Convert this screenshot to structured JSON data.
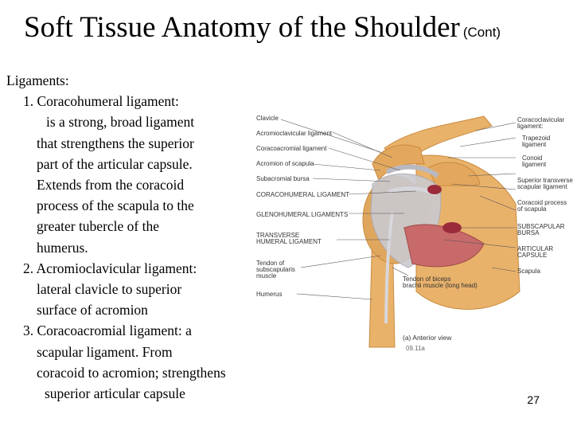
{
  "slide": {
    "title": "Soft Tissue Anatomy of the Shoulder",
    "title_suffix": "(Cont)",
    "page_number": "27"
  },
  "content": {
    "heading": "Ligaments:",
    "items": [
      {
        "label": "1. Coracohumeral ligament:",
        "lines": [
          "is a strong, broad ligament",
          "that strengthens the superior",
          "part of the articular capsule.",
          "Extends from the coracoid",
          "process of the scapula to the",
          "greater tubercle of the",
          "humerus."
        ]
      },
      {
        "label": "2. Acromioclavicular ligament:",
        "lines": [
          "lateral clavicle to superior",
          "surface of acromion"
        ]
      },
      {
        "label": "3. Coracoacromial ligament: a",
        "lines": [
          "scapular ligament. From",
          "coracoid to acromion; strengthens",
          "superior articular capsule"
        ]
      }
    ]
  },
  "figure": {
    "left_labels": [
      "Clavicle",
      "Acromioclavicular ligament",
      "Coracoacromial ligament",
      "Acromion of scapula",
      "Subacromial bursa",
      "CORACOHUMERAL LIGAMENT",
      "GLENOHUMERAL LIGAMENTS",
      "TRANSVERSE",
      "HUMERAL LIGAMENT",
      "Tendon of",
      "subscapularis",
      "muscle",
      "Humerus"
    ],
    "right_labels": [
      "Coracoclavicular",
      "ligament:",
      "Trapezoid",
      "ligament",
      "Conoid",
      "ligament",
      "Superior transverse",
      "scapular ligament",
      "Coracoid process",
      "of scapula",
      "SUBSCAPULAR",
      "BURSA",
      "ARTICULAR",
      "CAPSULE",
      "Scapula"
    ],
    "bottom_labels": [
      "Tendon of biceps",
      "brachii muscle (long head)"
    ],
    "caption": "(a) Anterior view",
    "figure_code": "09.11a",
    "colors": {
      "bone": "#e9b26b",
      "bone_dark": "#c98a3e",
      "ligament": "#c9c9cf",
      "muscle": "#c86a6a",
      "bursa": "#9b2b3a",
      "leader_line": "#555555"
    }
  }
}
